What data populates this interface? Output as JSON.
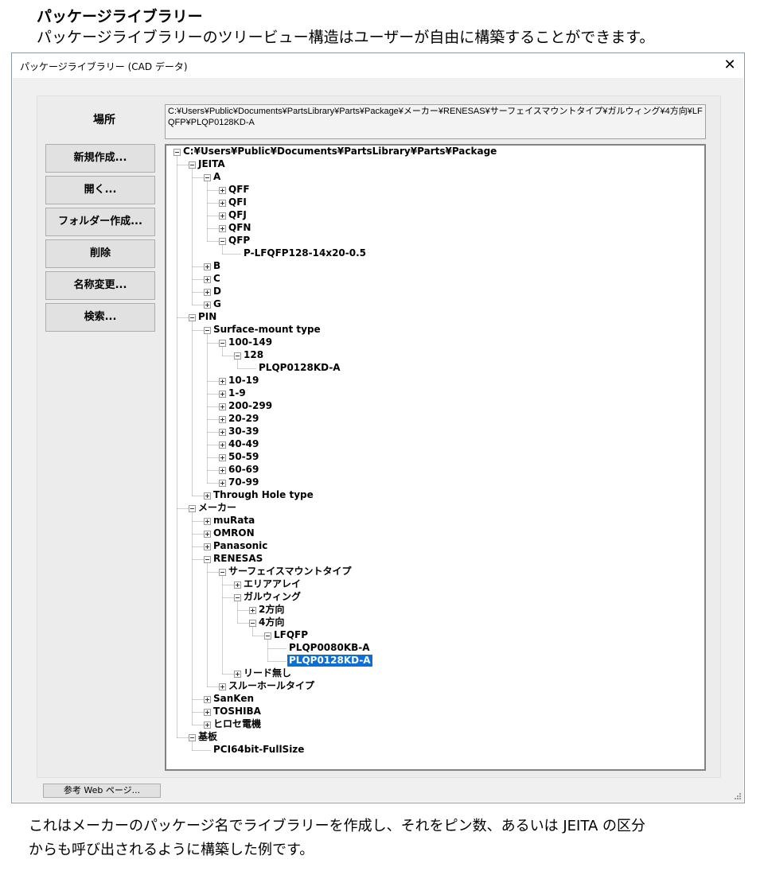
{
  "header": {
    "title": "パッケージライブラリー",
    "subtitle": "パッケージライブラリーのツリービュー構造はユーザーが自由に構築することができます。"
  },
  "window": {
    "title": "パッケージライブラリー (CAD データ)",
    "close_glyph": "✕",
    "location_label": "場所",
    "location_value": "C:¥Users¥Public¥Documents¥PartsLibrary¥Parts¥Package¥メーカー¥RENESAS¥サーフェイスマウントタイプ¥ガルウィング¥4方向¥LFQFP¥PLQP0128KD-A",
    "buttons": [
      "新規作成...",
      "開く...",
      "フォルダー作成...",
      "削除",
      "名称変更...",
      "検索..."
    ],
    "ref_button": "参考 Web ページ..."
  },
  "tree": [
    {
      "label": "C:¥Users¥Public¥Documents¥PartsLibrary¥Parts¥Package",
      "level": 0,
      "state": "expanded"
    },
    {
      "label": "JEITA",
      "level": 1,
      "state": "expanded"
    },
    {
      "label": "A",
      "level": 2,
      "state": "expanded"
    },
    {
      "label": "QFF",
      "level": 3,
      "state": "collapsed"
    },
    {
      "label": "QFI",
      "level": 3,
      "state": "collapsed"
    },
    {
      "label": "QFJ",
      "level": 3,
      "state": "collapsed"
    },
    {
      "label": "QFN",
      "level": 3,
      "state": "collapsed"
    },
    {
      "label": "QFP",
      "level": 3,
      "state": "expanded"
    },
    {
      "label": "P-LFQFP128-14x20-0.5",
      "level": 4,
      "state": "leaf"
    },
    {
      "label": "B",
      "level": 2,
      "state": "collapsed"
    },
    {
      "label": "C",
      "level": 2,
      "state": "collapsed"
    },
    {
      "label": "D",
      "level": 2,
      "state": "collapsed"
    },
    {
      "label": "G",
      "level": 2,
      "state": "collapsed"
    },
    {
      "label": "PIN",
      "level": 1,
      "state": "expanded"
    },
    {
      "label": "Surface-mount type",
      "level": 2,
      "state": "expanded"
    },
    {
      "label": "100-149",
      "level": 3,
      "state": "expanded"
    },
    {
      "label": "128",
      "level": 4,
      "state": "expanded"
    },
    {
      "label": "PLQP0128KD-A",
      "level": 5,
      "state": "leaf"
    },
    {
      "label": "10-19",
      "level": 3,
      "state": "collapsed"
    },
    {
      "label": "1-9",
      "level": 3,
      "state": "collapsed"
    },
    {
      "label": "200-299",
      "level": 3,
      "state": "collapsed"
    },
    {
      "label": "20-29",
      "level": 3,
      "state": "collapsed"
    },
    {
      "label": "30-39",
      "level": 3,
      "state": "collapsed"
    },
    {
      "label": "40-49",
      "level": 3,
      "state": "collapsed"
    },
    {
      "label": "50-59",
      "level": 3,
      "state": "collapsed"
    },
    {
      "label": "60-69",
      "level": 3,
      "state": "collapsed"
    },
    {
      "label": "70-99",
      "level": 3,
      "state": "collapsed"
    },
    {
      "label": "Through Hole type",
      "level": 2,
      "state": "collapsed"
    },
    {
      "label": "メーカー",
      "level": 1,
      "state": "expanded"
    },
    {
      "label": "muRata",
      "level": 2,
      "state": "collapsed"
    },
    {
      "label": "OMRON",
      "level": 2,
      "state": "collapsed"
    },
    {
      "label": "Panasonic",
      "level": 2,
      "state": "collapsed"
    },
    {
      "label": "RENESAS",
      "level": 2,
      "state": "expanded"
    },
    {
      "label": "サーフェイスマウントタイプ",
      "level": 3,
      "state": "expanded"
    },
    {
      "label": "エリアアレイ",
      "level": 4,
      "state": "collapsed"
    },
    {
      "label": "ガルウィング",
      "level": 4,
      "state": "expanded"
    },
    {
      "label": "2方向",
      "level": 5,
      "state": "collapsed"
    },
    {
      "label": "4方向",
      "level": 5,
      "state": "expanded"
    },
    {
      "label": "LFQFP",
      "level": 6,
      "state": "expanded"
    },
    {
      "label": "PLQP0080KB-A",
      "level": 7,
      "state": "leaf"
    },
    {
      "label": "PLQP0128KD-A",
      "level": 7,
      "state": "leaf",
      "selected": true
    },
    {
      "label": "リード無し",
      "level": 4,
      "state": "collapsed"
    },
    {
      "label": "スルーホールタイプ",
      "level": 3,
      "state": "collapsed"
    },
    {
      "label": "SanKen",
      "level": 2,
      "state": "collapsed"
    },
    {
      "label": "TOSHIBA",
      "level": 2,
      "state": "collapsed"
    },
    {
      "label": "ヒロセ電機",
      "level": 2,
      "state": "collapsed"
    },
    {
      "label": "基板",
      "level": 1,
      "state": "expanded"
    },
    {
      "label": "PCI64bit-FullSize",
      "level": 2,
      "state": "leaf"
    }
  ],
  "colors": {
    "selection": "#0a6fd6",
    "connector": "#a0a0a0"
  },
  "footer": {
    "line1": "これはメーカーのパッケージ名でライブラリーを作成し、それをピン数、あるいは JEITA の区分",
    "line2": "からも呼び出されるように構築した例です。"
  }
}
